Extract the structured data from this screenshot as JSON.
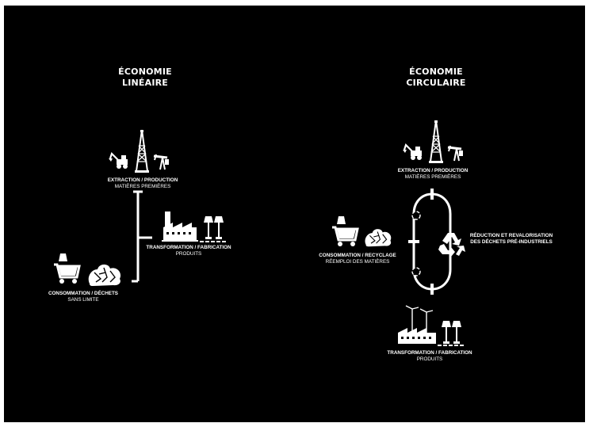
{
  "linear": {
    "title_line1": "ÉCONOMIE",
    "title_line2": "LINÉAIRE",
    "extraction": {
      "title": "EXTRACTION / PRODUCTION",
      "sub": "MATIÈRES PREMIÈRES"
    },
    "transformation": {
      "title": "TRANSFORMATION / FABRICATION",
      "sub": "PRODUITS"
    },
    "consommation": {
      "title": "CONSOMMATION / DÉCHETS",
      "sub": "SANS LIMITE"
    }
  },
  "circular": {
    "title_line1": "ÉCONOMIE",
    "title_line2": "CIRCULAIRE",
    "extraction": {
      "title": "EXTRACTION / PRODUCTION",
      "sub": "MATIÈRES PREMIÈRES"
    },
    "reduction": {
      "title": "RÉDUCTION ET REVALORISATION",
      "sub": "DES DÉCHETS PRÉ-INDUSTRIELS"
    },
    "consommation": {
      "title": "CONSOMMATION / RECYCLAGE",
      "sub": "RÉEMPLOI DES MATIÈRES"
    },
    "transformation": {
      "title": "TRANSFORMATION / FABRICATION",
      "sub": "PRODUITS"
    }
  },
  "colors": {
    "background": "#000000",
    "foreground": "#ffffff",
    "page": "#ffffff"
  },
  "icons": [
    "derrick-icon",
    "excavator-icon",
    "pumpjack-icon",
    "factory-icon",
    "lamp-icon",
    "shopping-cart-icon",
    "trash-pile-icon",
    "wind-turbine-icon",
    "recycle-icon"
  ]
}
